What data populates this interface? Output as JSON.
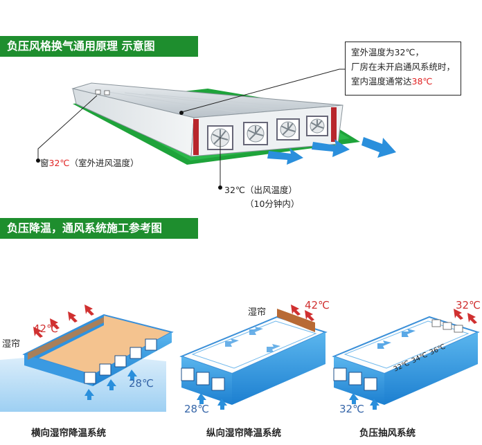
{
  "section1": {
    "title": "负压风格换气通用原理 示意图"
  },
  "callout": {
    "line1": "室外温度为32℃，",
    "line2": "厂房在未开启通风系统时，",
    "line3_prefix": "室内温度通常达",
    "line3_temp": "38℃"
  },
  "window_label": {
    "prefix": "窗",
    "temp": "32℃",
    "suffix": "（室外进风温度）"
  },
  "exhaust_label": {
    "line1": "32℃（出风温度）",
    "line2": "（10分钟内）"
  },
  "section2": {
    "title": "负压降温，通风系统施工参考图"
  },
  "diagrams": [
    {
      "caption": "横向湿帘降温系统",
      "pad_label": "湿帘",
      "in_temp": "42℃",
      "out_temp": "28℃"
    },
    {
      "caption": "纵向湿帘降温系统",
      "pad_label": "湿帘",
      "in_temp": "42℃",
      "out_temp": "28℃"
    },
    {
      "caption": "负压抽风系统",
      "in_temp": "32℃",
      "out_temp": "32℃",
      "inner_temps": [
        "32℃",
        "34℃",
        "36℃"
      ]
    }
  ],
  "colors": {
    "banner": "#1e8e2e",
    "hot": "#e02020",
    "cool": "#3565a8",
    "arrow": "#2a8fdc"
  }
}
